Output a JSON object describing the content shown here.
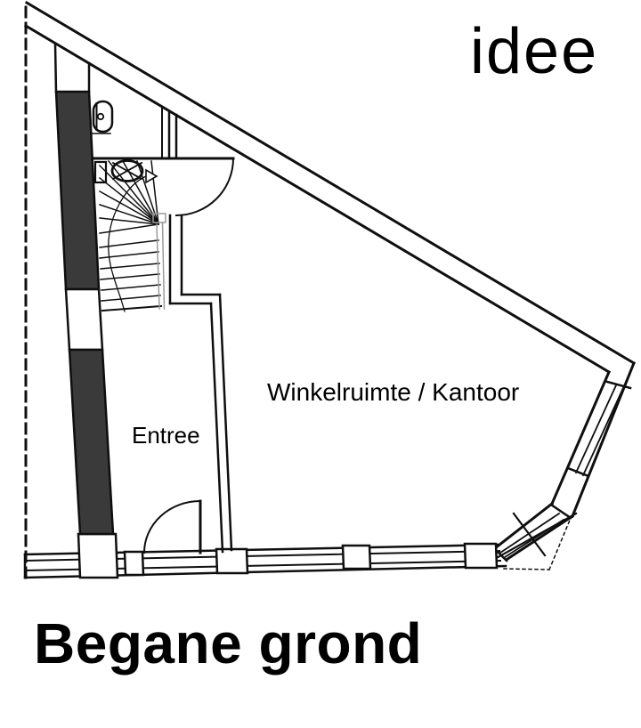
{
  "logo": {
    "text": "idee"
  },
  "title": {
    "text": "Begane grond"
  },
  "plan": {
    "room_labels": [
      {
        "id": "winkelruimte",
        "text": "Winkelruimte / Kantoor"
      },
      {
        "id": "entree",
        "text": "Entree"
      }
    ],
    "features": [
      "property-boundary-dashed-line",
      "party-wall-filled",
      "winder-staircase",
      "toilet",
      "washbasin",
      "shop-door",
      "entrance-door",
      "storefront-glazing",
      "chamfered-corner-window-crossed-out"
    ]
  },
  "colors": {
    "background": "#ffffff",
    "line": "#0f0f0f",
    "wall_fill": "#3a3a3a",
    "stair_gray": "#9a9a9a",
    "text": "#000000"
  }
}
